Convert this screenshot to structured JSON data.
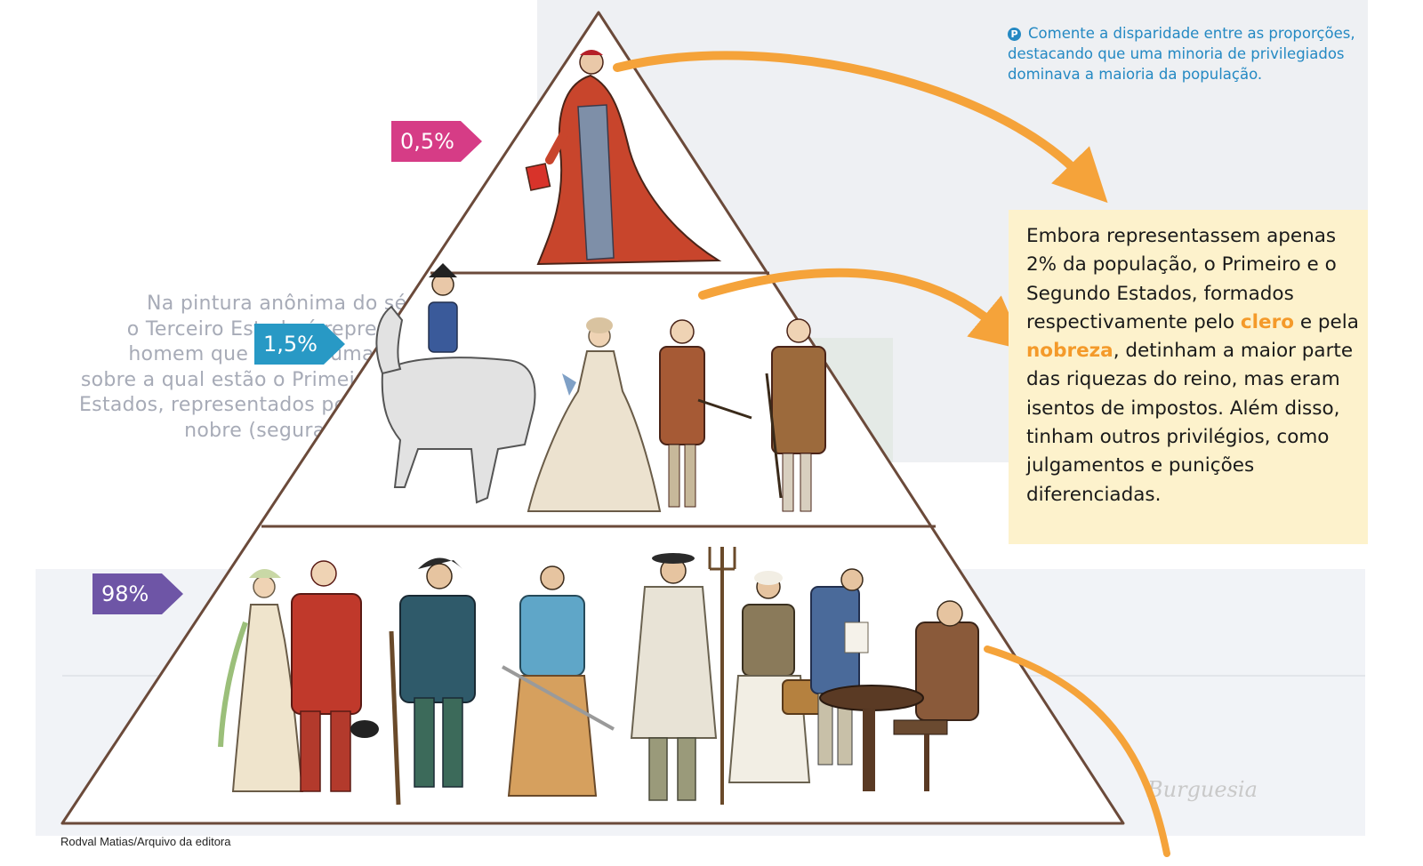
{
  "diagram": {
    "tiers": [
      {
        "key": "primeiro-estado",
        "percentage": "0,5%",
        "color": "#d63c86",
        "figures": [
          "cardinal"
        ]
      },
      {
        "key": "segundo-estado",
        "percentage": "1,5%",
        "color": "#2899c5",
        "figures": [
          "horse-rider",
          "noblewoman",
          "nobleman",
          "gentleman-with-cane"
        ]
      },
      {
        "key": "terceiro-estado",
        "percentage": "98%",
        "color": "#6e55a6",
        "figures": [
          "bourgeois-woman",
          "bourgeois-man",
          "sans-culotte",
          "market-woman",
          "peasant-with-pitchfork",
          "maid-with-basket",
          "clerk",
          "scribe-at-table"
        ]
      }
    ],
    "teacher_note": "Comente a disparidade entre as proporções, destacando que uma minoria de privilegiados dominava a maioria da população.",
    "info_box": {
      "text_before_clero": "Embora representassem apenas 2% da população, o Primeiro e o Segundo Estados, formados respectivamente pelo ",
      "highlight_clero": "clero",
      "text_between": " e pela ",
      "highlight_nobreza": "nobreza",
      "text_after": ", detinham a maior parte das riquezas do reino, mas eram isentos de impostos. Além disso, tinham outros privilégios, como julgamentos e punições diferenciadas."
    },
    "credit": "Rodval Matias/Arquivo da editora"
  },
  "colors": {
    "pyramid_outline": "#6b4a3a",
    "arrow_orange": "#f5a33a",
    "note_blue": "#2489c3",
    "highlight_orange": "#f49a2a",
    "box_background": "#fdf2cc"
  }
}
